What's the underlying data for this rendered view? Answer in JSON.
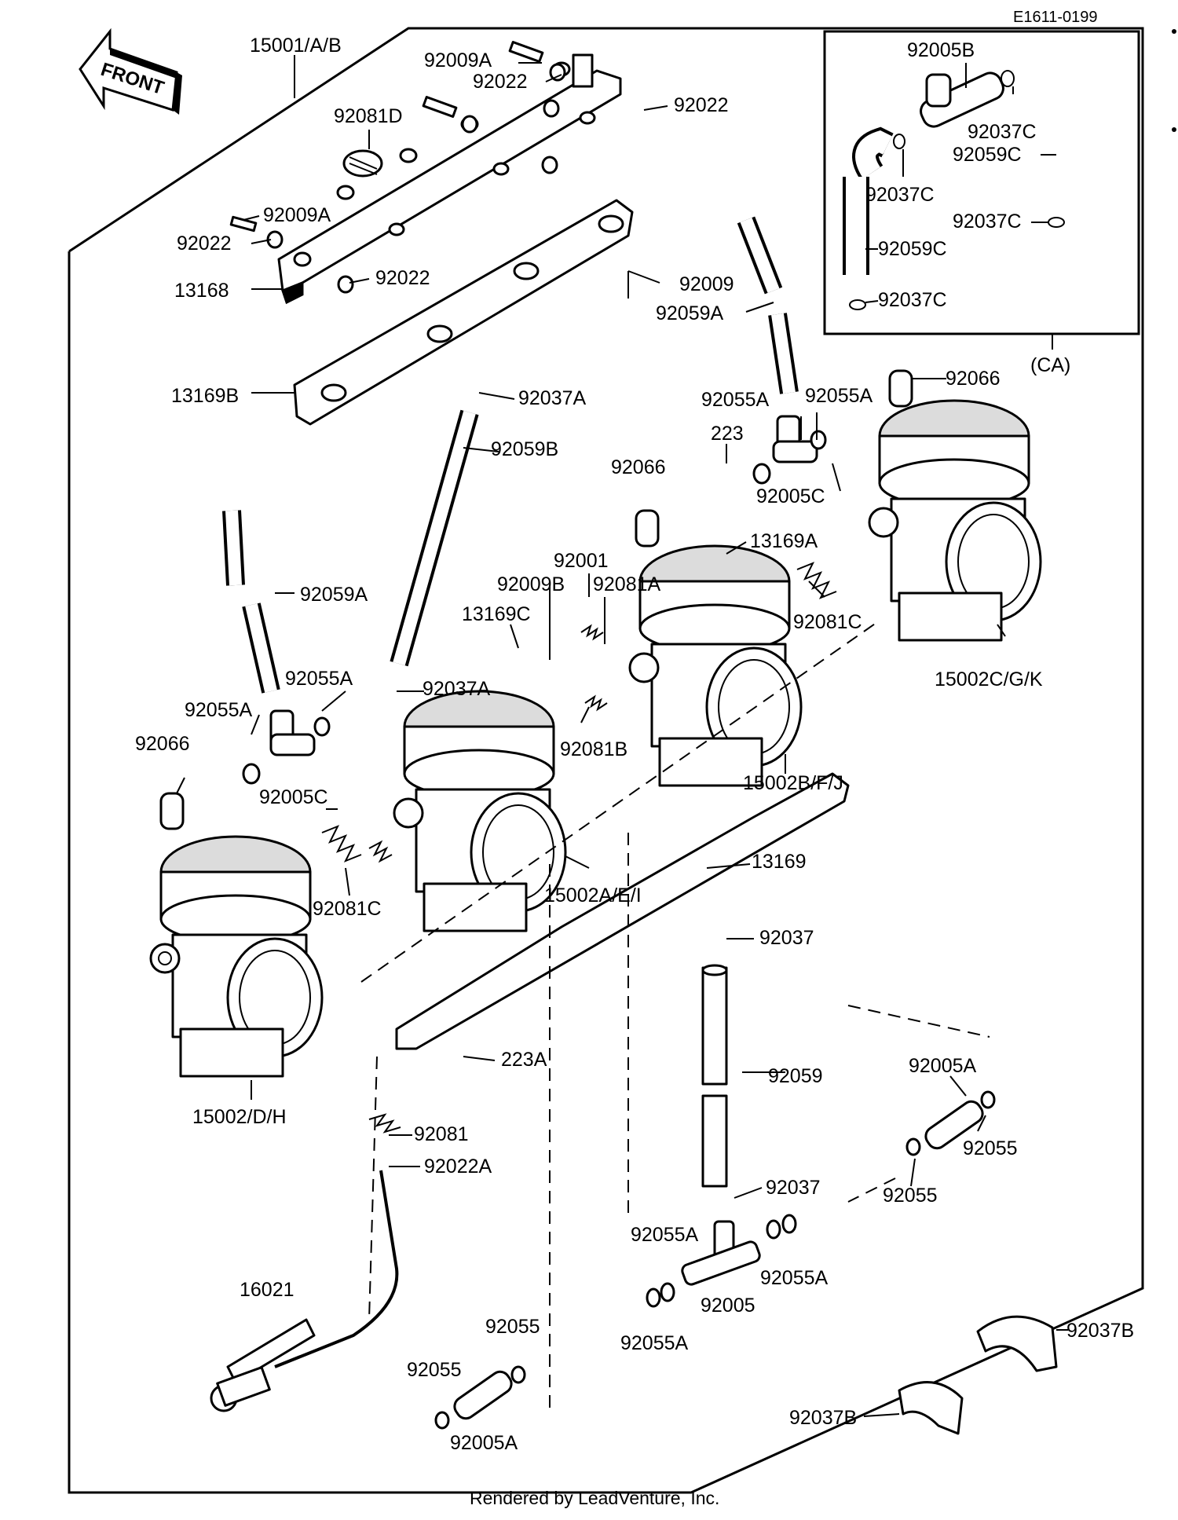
{
  "diagram_code": "E1611-0199",
  "front_label": "FRONT",
  "inset": {
    "caption": "(CA)",
    "labels": {
      "l1": "92005B",
      "l2": "92037C",
      "l3": "92059C",
      "l4": "92037C",
      "l5": "92037C",
      "l6": "92059C",
      "l7": "92037C"
    }
  },
  "labels": {
    "l1": "15001/A/B",
    "l2": "92009A",
    "l3": "92022",
    "l4": "92022",
    "l5": "92081D",
    "l6": "92009A",
    "l7": "92022",
    "l8": "92022",
    "l9": "13168",
    "l10": "92009",
    "l11": "92059A",
    "l12": "13169B",
    "l13": "92066",
    "l14": "92037A",
    "l15": "92055A",
    "l16": "92055A",
    "l17": "223",
    "l18": "92059B",
    "l19": "92066",
    "l20": "92005C",
    "l21": "13169A",
    "l22": "92001",
    "l23": "92009B",
    "l24": "92081A",
    "l25": "13169C",
    "l26": "92059A",
    "l27": "92081C",
    "l28": "15002C/G/K",
    "l29": "92055A",
    "l30": "92037A",
    "l31": "92055A",
    "l32": "92081B",
    "l33": "92066",
    "l34": "15002B/F/J",
    "l35": "92005C",
    "l36": "13169",
    "l37": "92081C",
    "l38": "15002A/E/I",
    "l39": "92037",
    "l40": "223A",
    "l41": "92059",
    "l42": "92005A",
    "l43": "15002/D/H",
    "l44": "92081",
    "l45": "92055",
    "l46": "92022A",
    "l47": "92055",
    "l48": "92037",
    "l49": "92055A",
    "l50": "92055A",
    "l51": "92005",
    "l52": "16021",
    "l53": "92055A",
    "l54": "92037B",
    "l55": "92055",
    "l56": "92055",
    "l57": "92037B",
    "l58": "92005A"
  },
  "footer": "Rendered by LeadVenture, Inc."
}
